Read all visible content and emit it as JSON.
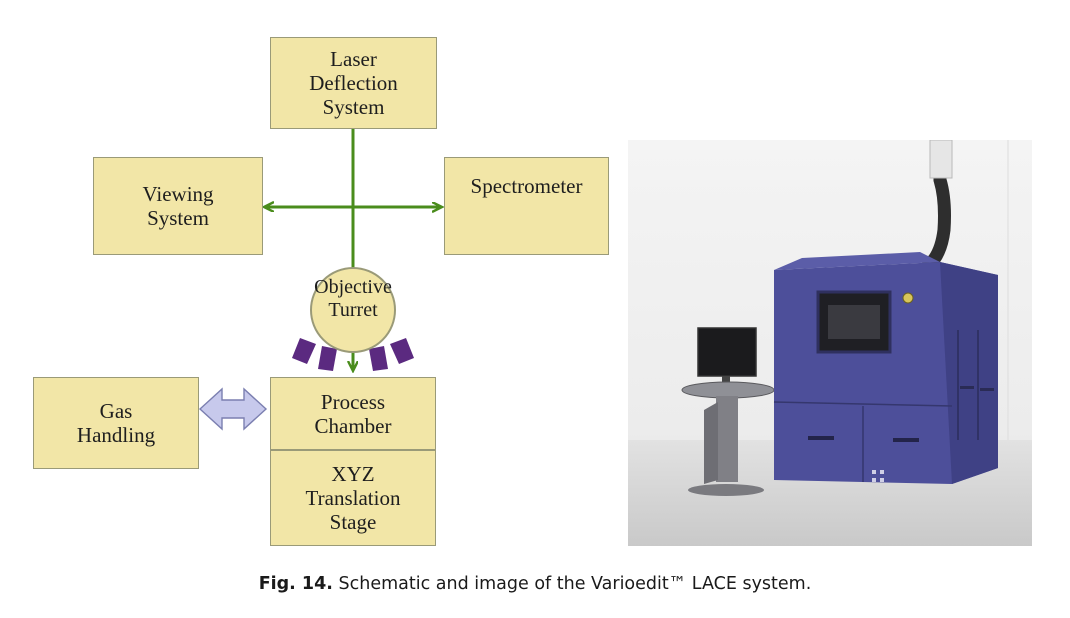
{
  "diagram": {
    "boxes": {
      "laser": "Laser\nDeflection\nSystem",
      "viewing": "Viewing\nSystem",
      "spectrometer": "Spectrometer",
      "gas": "Gas\nHandling",
      "process": "Process\nChamber",
      "xyz": "XYZ\nTranslation\nStage"
    },
    "turret_label_line1": "Objective",
    "turret_label_line2": "Turret"
  },
  "photo": {
    "subject": "Varioedit LACE system machine in lab with monitor station"
  },
  "caption": {
    "label": "Fig. 14.",
    "text": " Schematic and image of the Varioedit™ LACE system."
  },
  "colors": {
    "box_fill": "#f2e6a7",
    "arrow_green": "#4a8c1c",
    "turret_purple": "#5b2a80",
    "double_arrow": "#c7c9ec",
    "machine_blue": "#4d4f9a"
  }
}
